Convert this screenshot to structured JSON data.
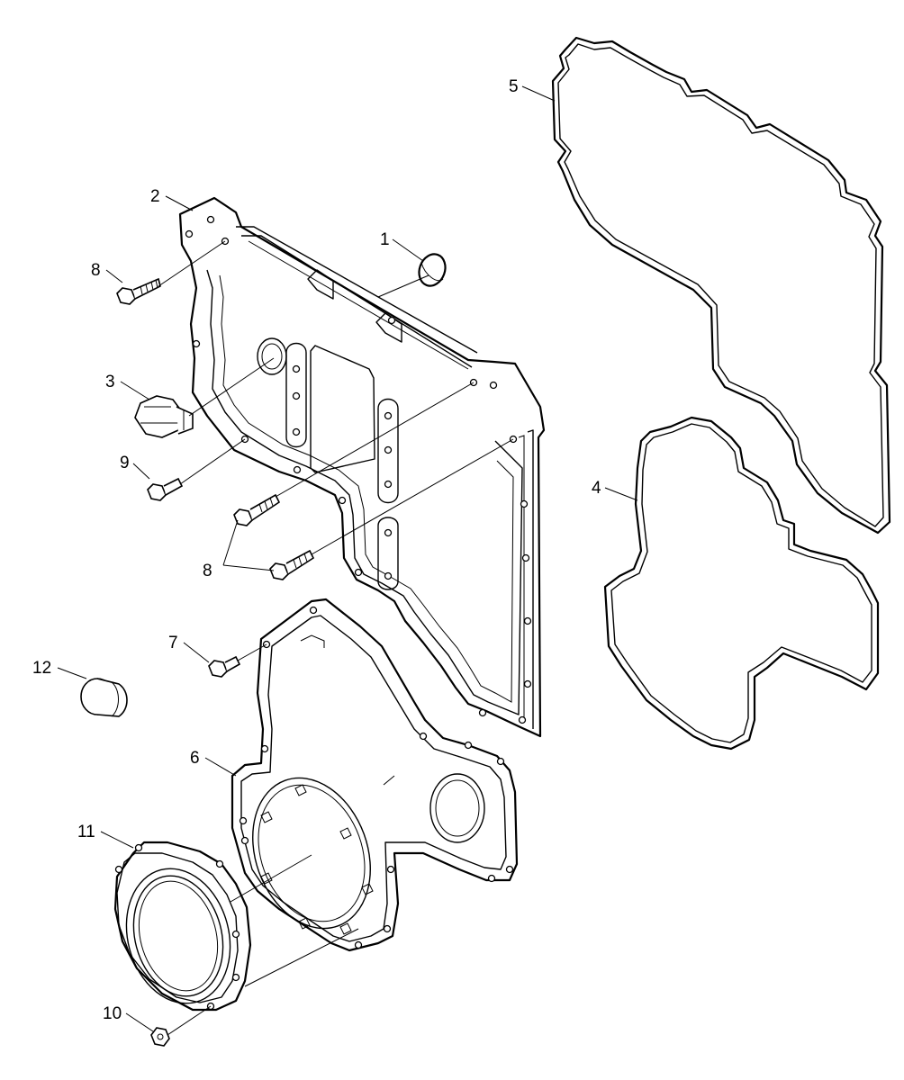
{
  "callouts": [
    {
      "id": "c1",
      "label": "1"
    },
    {
      "id": "c2",
      "label": "2"
    },
    {
      "id": "c3",
      "label": "3"
    },
    {
      "id": "c4",
      "label": "4"
    },
    {
      "id": "c5",
      "label": "5"
    },
    {
      "id": "c6",
      "label": "6"
    },
    {
      "id": "c7",
      "label": "7"
    },
    {
      "id": "c8a",
      "label": "8"
    },
    {
      "id": "c8b",
      "label": "8"
    },
    {
      "id": "c9",
      "label": "9"
    },
    {
      "id": "c10",
      "label": "10"
    },
    {
      "id": "c11",
      "label": "11"
    },
    {
      "id": "c12",
      "label": "12"
    }
  ]
}
